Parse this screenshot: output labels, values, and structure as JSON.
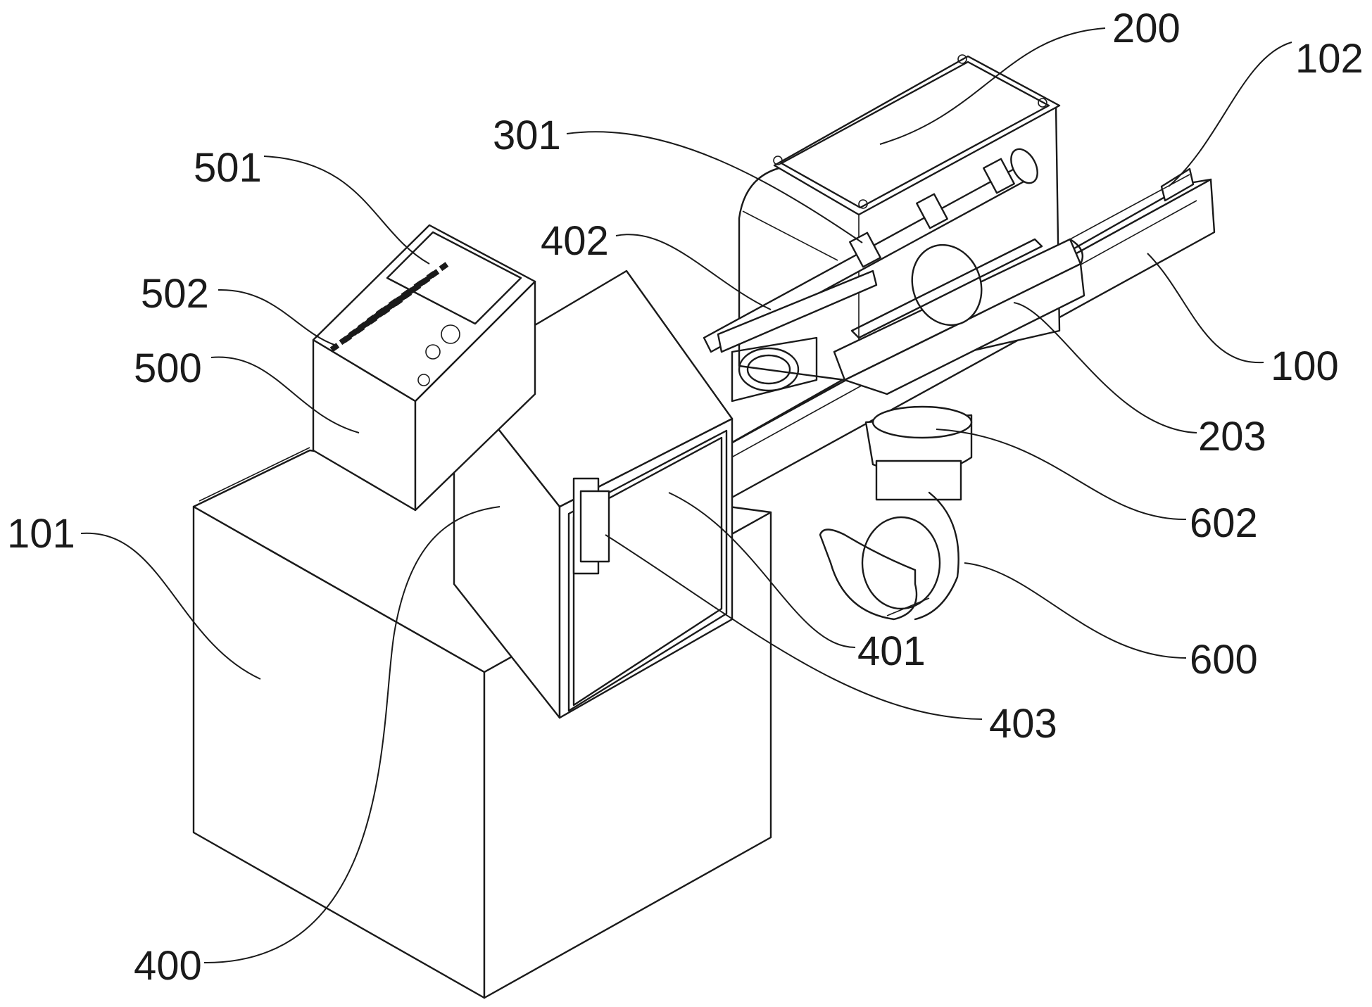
{
  "figure": {
    "labels": {
      "l100": "100",
      "l101": "101",
      "l102": "102",
      "l200": "200",
      "l203": "203",
      "l301": "301",
      "l400": "400",
      "l401": "401",
      "l402": "402",
      "l403": "403",
      "l500": "500",
      "l501": "501",
      "l502": "502",
      "l600": "600",
      "l602": "602"
    }
  },
  "colors": {
    "line": "#1a1a1a",
    "background": "#ffffff"
  }
}
